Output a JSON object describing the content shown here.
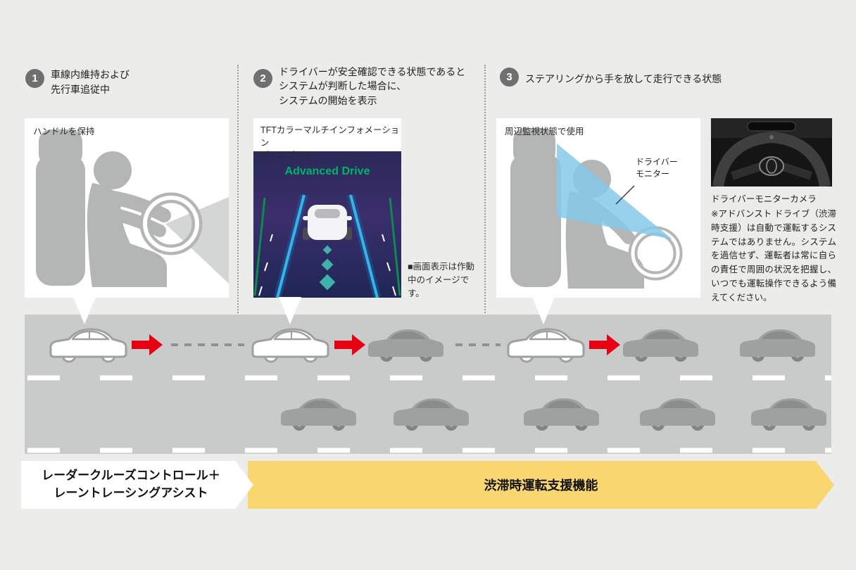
{
  "steps": [
    {
      "number": "1",
      "lines": [
        "車線内維持および",
        "先行車追従中"
      ]
    },
    {
      "number": "2",
      "lines": [
        "ドライバーが安全確認できる状態であると",
        "システムが判断した場合に、",
        "システムの開始を表示"
      ]
    },
    {
      "number": "3",
      "lines": [
        "ステアリングから手を放して走行できる状態"
      ]
    }
  ],
  "panel1": {
    "label": "ハンドルを保持"
  },
  "panel2": {
    "label_lines": [
      "TFTカラーマルチインフォメーション",
      "ディスプレイ"
    ],
    "display_title": "Advanced Drive",
    "note": "■画面表示は作動中のイメージです。"
  },
  "panel3": {
    "label": "周辺監視状態で使用",
    "monitor_label_lines": [
      "ドライバー",
      "モニター"
    ]
  },
  "camera": {
    "caption": "ドライバーモニターカメラ"
  },
  "disclaimer": "※アドバンスト ドライブ（渋滞時支援）は自動で運転するシステムではありません。システムを過信せず、運転者は常に自らの責任で周囲の状況を把握し、いつでも運転操作できるよう備えてください。",
  "banners": {
    "left_lines": [
      "レーダークルーズコントロール＋",
      "レーントレーシングアシスト"
    ],
    "right": "渋滞時運転支援機能"
  },
  "colors": {
    "background": "#ecedeb",
    "road_gray": "#c9caca",
    "silhouette_gray": "#b4b5b5",
    "arrow_red": "#e60012",
    "banner_yellow": "#f9d670",
    "cone_blue": "#85c9e8",
    "display_green": "#00b368"
  }
}
